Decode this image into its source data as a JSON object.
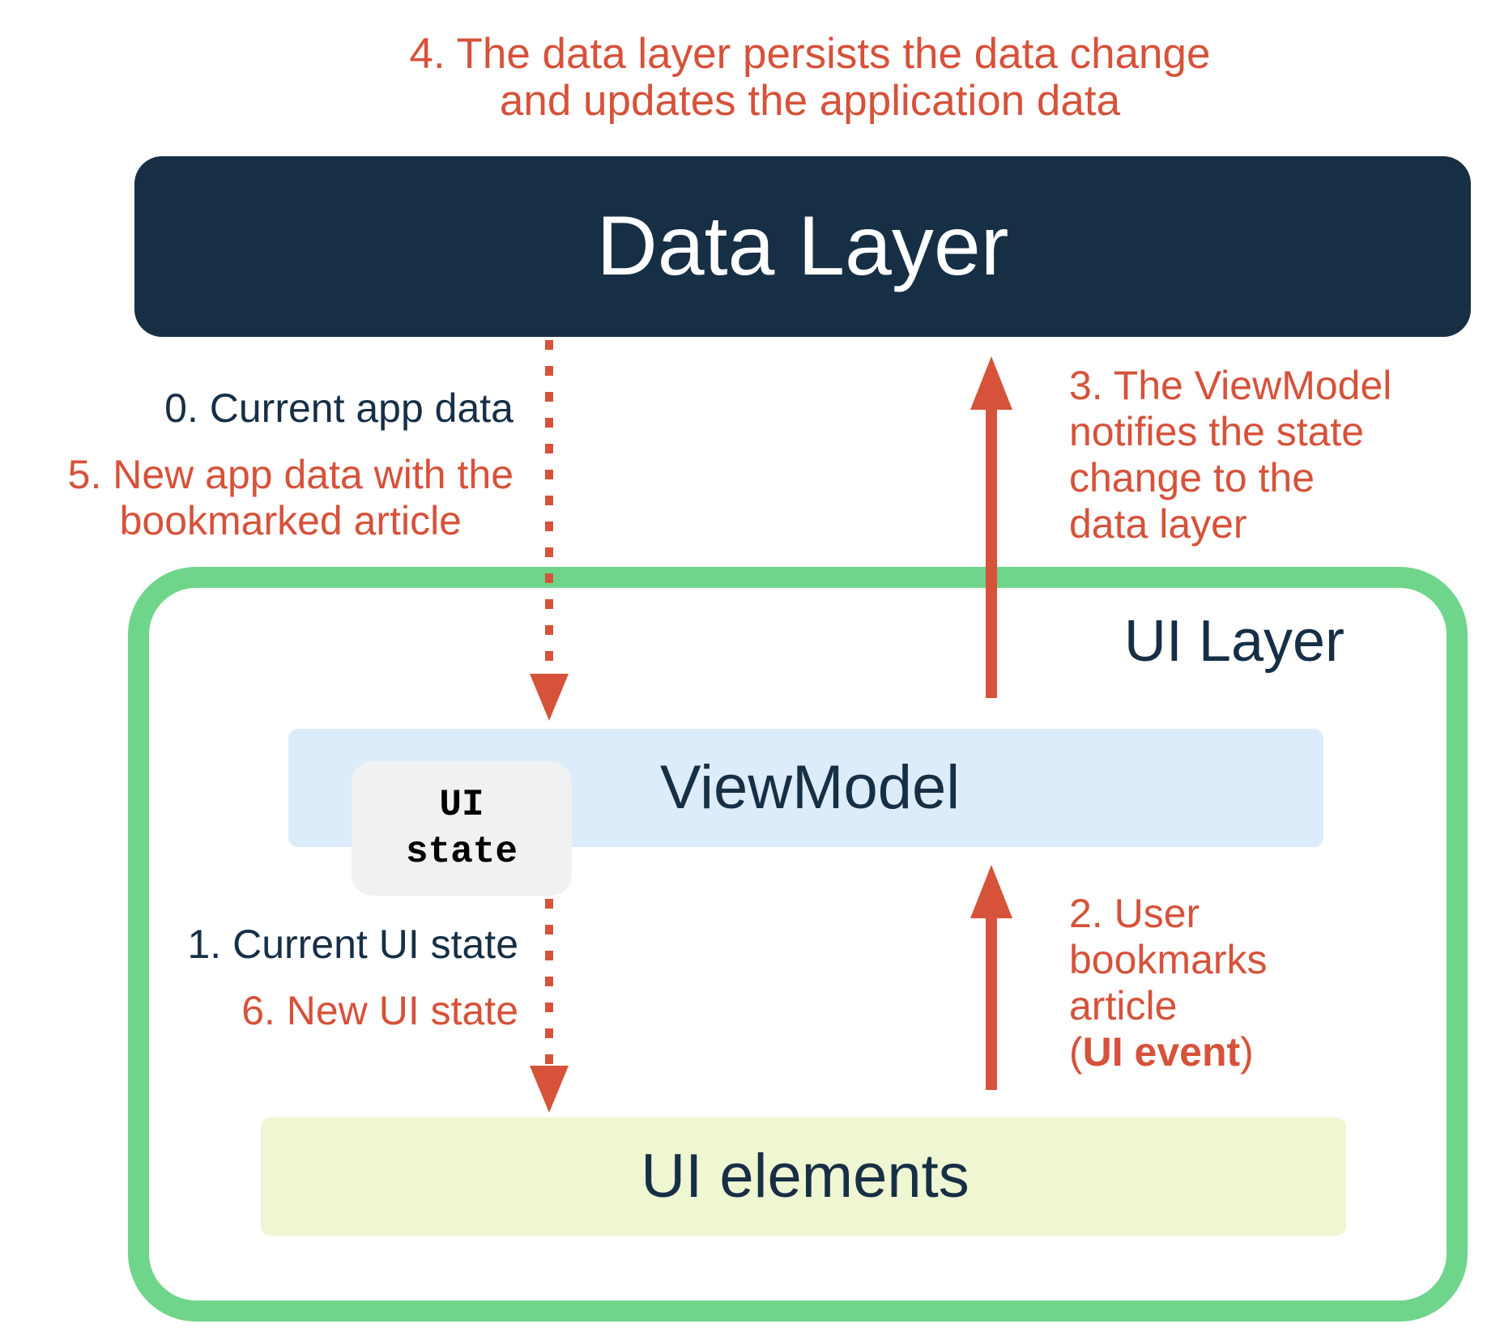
{
  "step4": {
    "line1": "4. The data layer persists the data change",
    "line2": "and updates the application data"
  },
  "data_layer": {
    "label": "Data Layer"
  },
  "step0": {
    "text": "0. Current app data"
  },
  "step5": {
    "line1": "5. New app data with the",
    "line2": "bookmarked article"
  },
  "step3": {
    "line1": "3. The ViewModel",
    "line2": "notifies the state",
    "line3": "change to the",
    "line4": "data layer"
  },
  "ui_layer": {
    "label": "UI Layer"
  },
  "viewmodel": {
    "label": "ViewModel"
  },
  "ui_state": {
    "line1": "UI",
    "line2": "state"
  },
  "step1": {
    "text": "1. Current UI state"
  },
  "step6": {
    "text": "6. New UI state"
  },
  "step2": {
    "line1": "2. User",
    "line2": "bookmarks",
    "line3": "article",
    "line4_open": "(",
    "line4_bold": "UI event",
    "line4_close": ")"
  },
  "ui_elements": {
    "label": "UI elements"
  },
  "colors": {
    "data_layer": "#162f45",
    "ui_layer_border": "#6fd58a",
    "viewmodel": "#dcecfb",
    "ui_elements": "#eff6d2",
    "accent": "#d6523a",
    "text_dark": "#172f45"
  }
}
